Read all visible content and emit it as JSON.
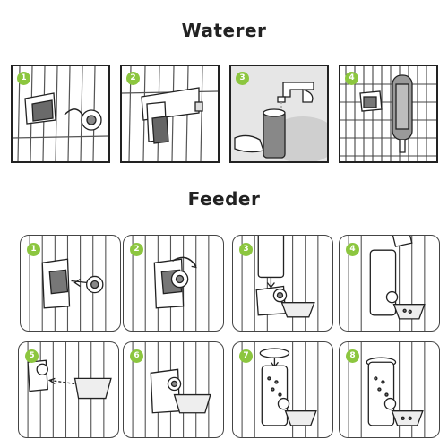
{
  "waterer": {
    "title": "Waterer",
    "steps": [
      {
        "number": "1",
        "badge_color": "#8cc63f"
      },
      {
        "number": "2",
        "badge_color": "#8cc63f"
      },
      {
        "number": "3",
        "badge_color": "#8cc63f"
      },
      {
        "number": "4",
        "badge_color": "#8cc63f"
      }
    ]
  },
  "feeder": {
    "title": "Feeder",
    "steps": [
      {
        "number": "1",
        "badge_color": "#8cc63f"
      },
      {
        "number": "2",
        "badge_color": "#8cc63f"
      },
      {
        "number": "3",
        "badge_color": "#8cc63f"
      },
      {
        "number": "4",
        "badge_color": "#8cc63f"
      },
      {
        "number": "5",
        "badge_color": "#8cc63f"
      },
      {
        "number": "6",
        "badge_color": "#8cc63f"
      },
      {
        "number": "7",
        "badge_color": "#8cc63f"
      },
      {
        "number": "8",
        "badge_color": "#8cc63f"
      }
    ]
  },
  "colors": {
    "accent": "#8cc63f",
    "line": "#333333"
  }
}
